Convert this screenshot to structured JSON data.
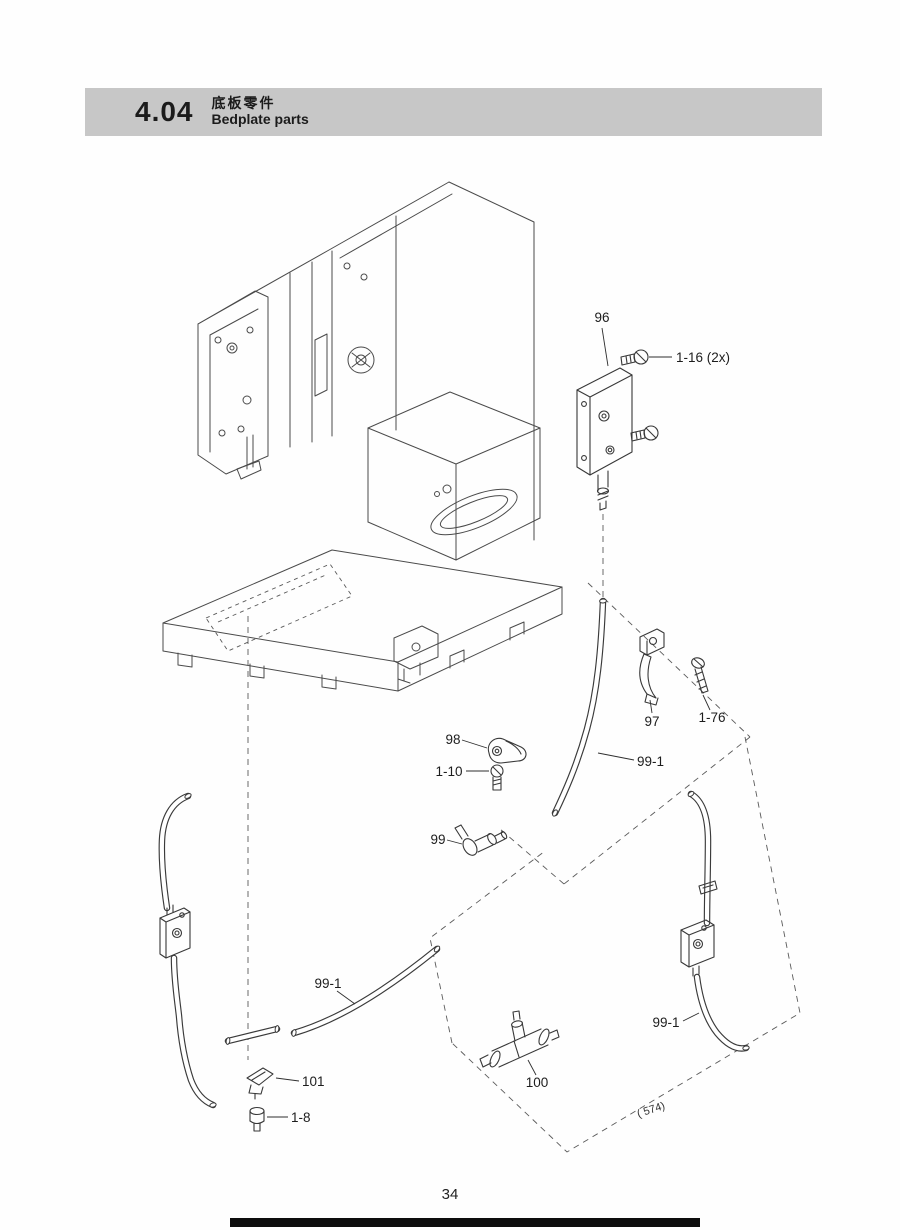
{
  "header": {
    "section_number": "4.04",
    "title_zh": "底板零件",
    "title_en": "Bedplate parts"
  },
  "footer": {
    "page_number": "34"
  },
  "diagram": {
    "figure_note": "( 574)",
    "labels": [
      {
        "part": "96",
        "text": "96"
      },
      {
        "part": "1-16",
        "text": "1-16 (2x)"
      },
      {
        "part": "97",
        "text": "97"
      },
      {
        "part": "1-76",
        "text": "1-76"
      },
      {
        "part": "98",
        "text": "98"
      },
      {
        "part": "1-10",
        "text": "1-10"
      },
      {
        "part": "99-1-upper",
        "text": "99-1"
      },
      {
        "part": "99",
        "text": "99"
      },
      {
        "part": "99-1-bottom-left",
        "text": "99-1"
      },
      {
        "part": "101",
        "text": "101"
      },
      {
        "part": "1-8",
        "text": "1-8"
      },
      {
        "part": "100",
        "text": "100"
      },
      {
        "part": "99-1-right",
        "text": "99-1"
      }
    ]
  }
}
